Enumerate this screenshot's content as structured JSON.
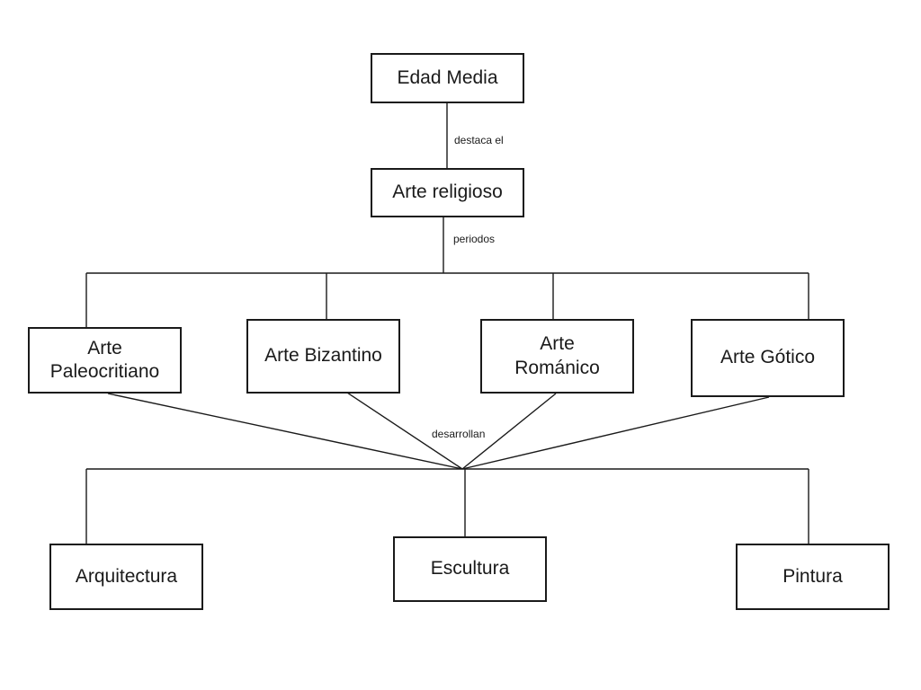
{
  "concept_map": {
    "root": {
      "label": "Edad Media"
    },
    "level1": {
      "label": "Arte religioso"
    },
    "periods": [
      {
        "lines": [
          "Arte",
          "Paleocritiano"
        ]
      },
      {
        "lines": [
          "Arte Bizantino"
        ]
      },
      {
        "lines": [
          "Arte",
          "Románico"
        ]
      },
      {
        "lines": [
          "Arte Gótico"
        ]
      }
    ],
    "disciplines": [
      {
        "label": "Arquitectura"
      },
      {
        "label": "Escultura"
      },
      {
        "label": "Pintura"
      }
    ],
    "links": {
      "root_to_level1": "destaca el",
      "level1_to_periods": "periodos",
      "periods_to_disciplines": "desarrollan"
    }
  }
}
